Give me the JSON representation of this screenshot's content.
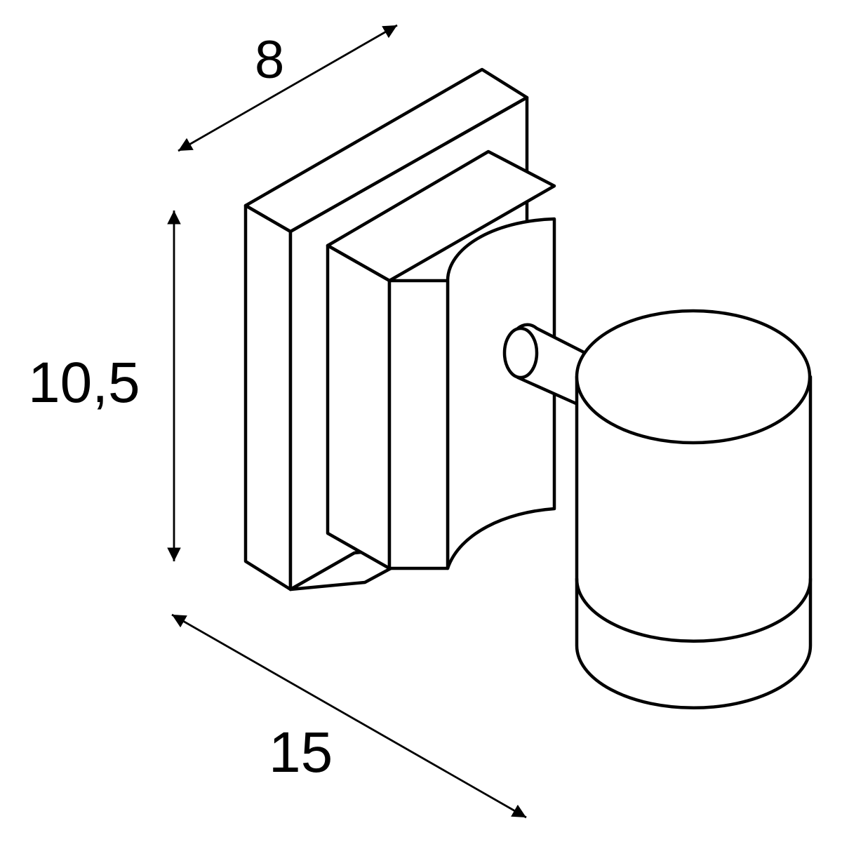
{
  "dimensions": {
    "depth": {
      "value": "8"
    },
    "height": {
      "value": "10,5"
    },
    "width": {
      "value": "15"
    }
  },
  "colors": {
    "line": "#000000",
    "fill": "#ffffff"
  }
}
